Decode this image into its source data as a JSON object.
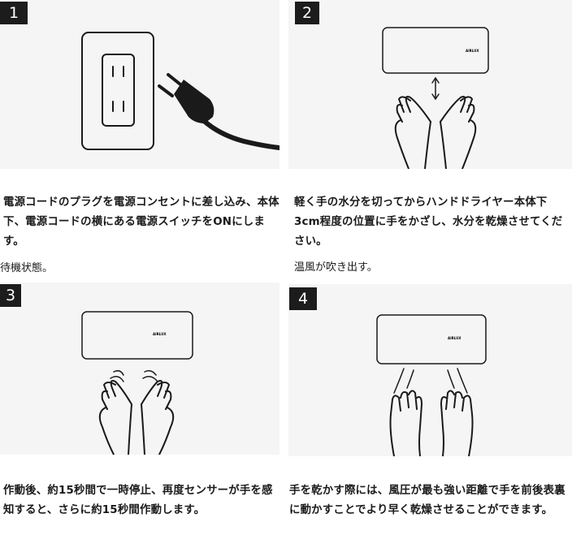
{
  "steps": [
    {
      "number": "1",
      "text": "電源コードのプラグを電源コンセントに差し込み、本体下、電源コードの横にある電源スイッチをONにします。",
      "note": "待機状態。"
    },
    {
      "number": "2",
      "text": "軽く手の水分を切ってからハンドドライヤー本体下3cm程度の位置に手をかざし、水分を乾燥させてください。",
      "note": "温風が吹き出す。"
    },
    {
      "number": "3",
      "text": "作動後、約15秒間で一時停止、再度センサーが手を感知すると、さらに約15秒間作動します。"
    },
    {
      "number": "4",
      "text": "手を乾かす際には、風圧が最も強い距離で手を前後表裏に動かすことでより早く乾燥させることができます。"
    }
  ],
  "device_logo": "AIRLUX"
}
